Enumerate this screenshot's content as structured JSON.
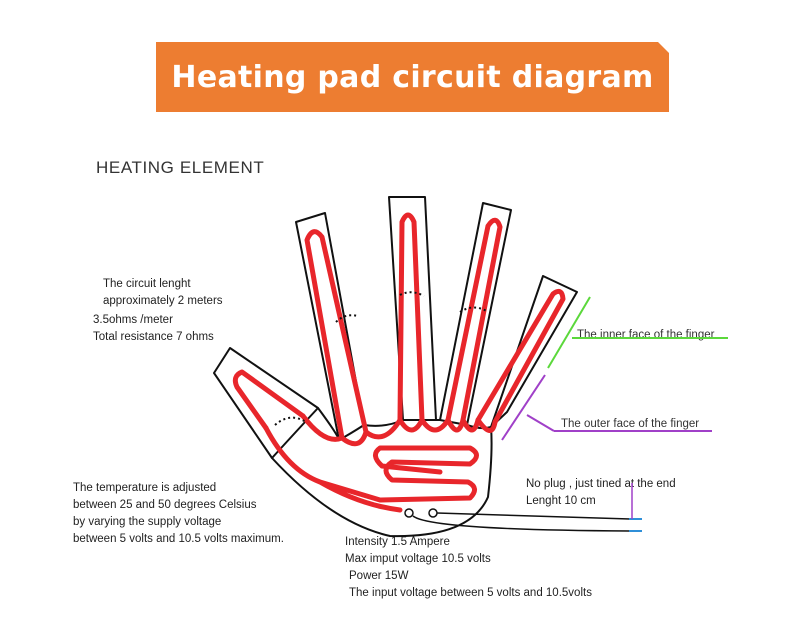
{
  "banner": {
    "title": "Heating pad circuit diagram"
  },
  "section_title": "HEATING ELEMENT",
  "circuit_notes": {
    "line1": "The circuit lenght",
    "line2": "approximately 2 meters",
    "line3": "3.5ohms /meter",
    "line4": "Total resistance 7 ohms"
  },
  "temperature_note": {
    "line1": "The temperature is adjusted",
    "line2": "between 25 and 50 degrees Celsius",
    "line3": "by varying the supply voltage",
    "line4": "between 5 volts and 10.5 volts maximum."
  },
  "finger_labels": {
    "inner": "The inner face of the finger",
    "outer": "The outer face of the finger"
  },
  "plug_note": {
    "line1": "No plug , just tined at the end",
    "line2": "Lenght 10 cm"
  },
  "power_specs": {
    "intensity": "Intensity 1.5 Ampere",
    "max_input": "Max imput voltage 10.5 volts",
    "power": "Power 15W",
    "input_range": "The input voltage between  5 volts and 10.5volts"
  },
  "colors": {
    "banner": "#ED7D31",
    "heating_wire": "#E8262B",
    "inner_face_marker": "#5BD83B",
    "outer_face_marker": "#A040C8",
    "lead_tips": "#2F8FD8"
  }
}
